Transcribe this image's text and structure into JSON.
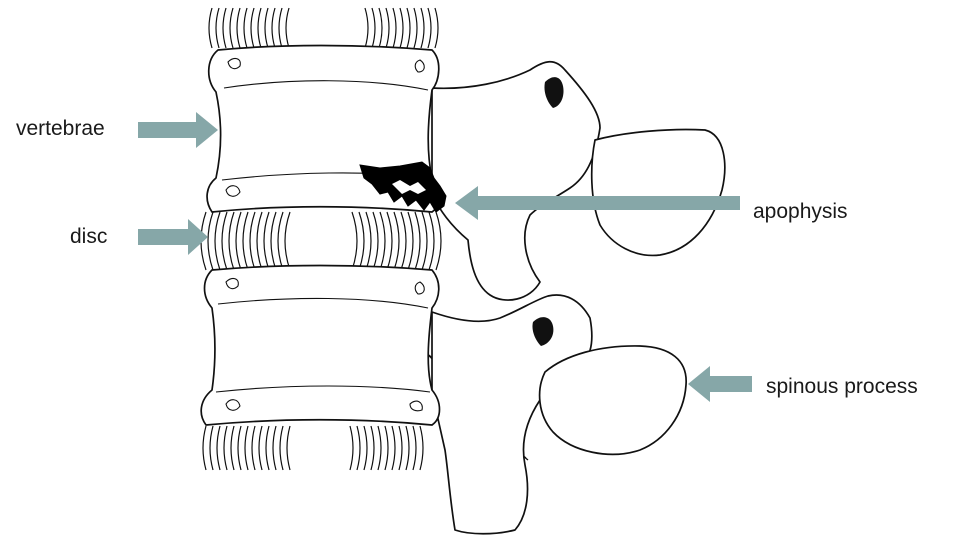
{
  "labels": {
    "vertebrae": "vertebrae",
    "disc": "disc",
    "apophysis": "apophysis",
    "spinous_process": "spinous process"
  },
  "colors": {
    "arrow": "#86a7a8",
    "line": "#111111",
    "background": "#ffffff"
  }
}
